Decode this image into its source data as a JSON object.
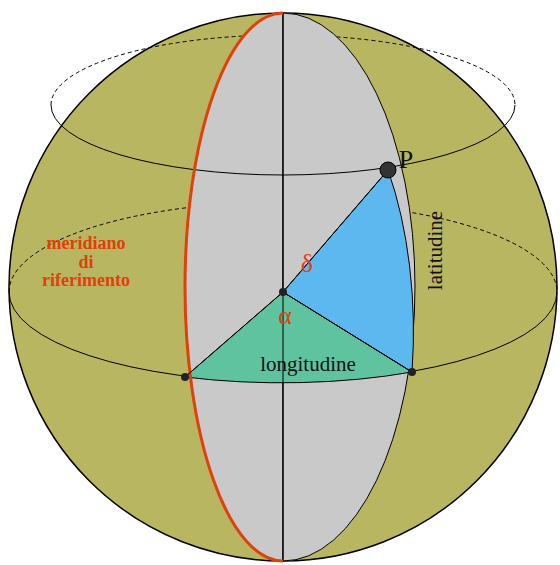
{
  "diagram": {
    "labels": [
      "P",
      "meridiano di riferimento",
      "δ",
      "α",
      "longitudine",
      "latitudine"
    ]
  }
}
